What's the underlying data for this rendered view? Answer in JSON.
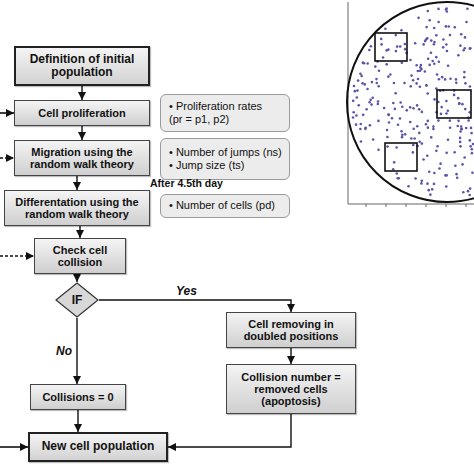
{
  "diagram": {
    "nodes": [
      {
        "text": [
          "Definition of initial population"
        ]
      },
      {
        "text": [
          "Cell proliferation"
        ]
      },
      {
        "text": [
          "• Proliferation rates",
          "(pr = p1, p2)"
        ]
      },
      {
        "text": [
          "Migration using the random walk theory"
        ]
      },
      {
        "text": [
          "• Number of jumps (ns)",
          "• Jump size (ts)"
        ]
      },
      {
        "text": [
          "Differentation using the random walk theory"
        ]
      },
      {
        "text": [
          "• Number of cells (pd)"
        ]
      },
      {
        "text": [
          "Check cell collision"
        ]
      },
      {
        "text": [
          "IF"
        ]
      },
      {
        "text": [
          "Cell removing in doubled positions"
        ]
      },
      {
        "text": [
          "Collisions = 0"
        ]
      },
      {
        "text": [
          "Collision number = removed cells (apoptosis)"
        ]
      },
      {
        "text": [
          "New cell population"
        ]
      }
    ],
    "edges": [
      {
        "from": 0,
        "to": 1,
        "arrow": "to"
      },
      {
        "from": 1,
        "to": 3,
        "arrow": "to"
      },
      {
        "from": 3,
        "to": 5,
        "arrow": "to"
      },
      {
        "from": 5,
        "to": 7,
        "arrow": "to"
      },
      {
        "from": 7,
        "to": 8,
        "arrow": "to"
      },
      {
        "from": 8,
        "to": 9,
        "label": "Yes",
        "arrow": "to"
      },
      {
        "from": 8,
        "to": 10,
        "label": "No",
        "arrow": "to"
      },
      {
        "from": 9,
        "to": 11,
        "arrow": "to"
      },
      {
        "from": 11,
        "to": 12,
        "arrow": "to"
      },
      {
        "from": 10,
        "to": 12,
        "arrow": "to"
      }
    ],
    "labels": [
      "After 4.5th day"
    ]
  }
}
